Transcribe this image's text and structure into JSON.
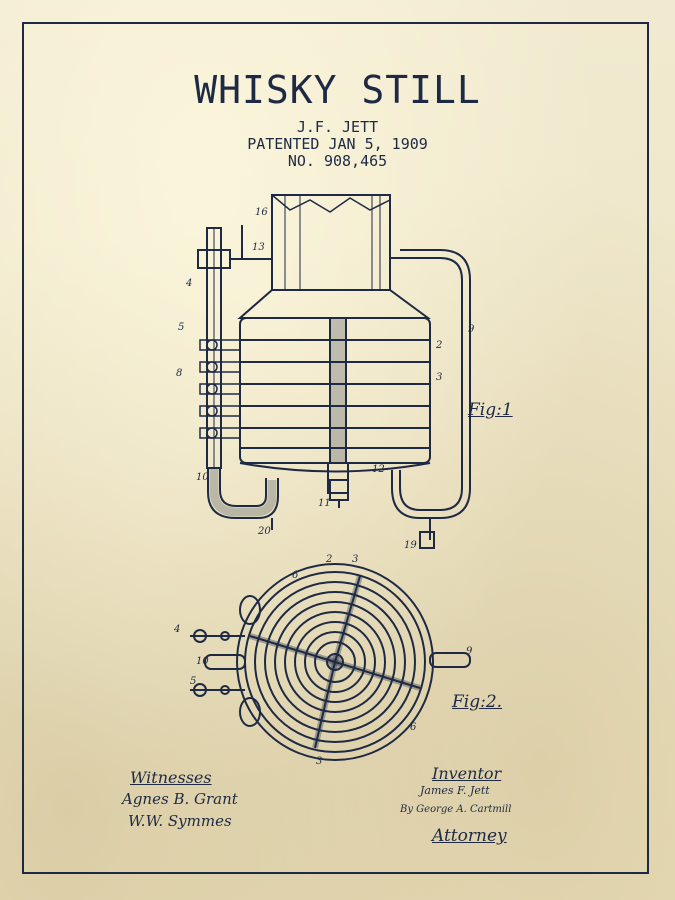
{
  "header": {
    "title": "WHISKY STILL",
    "inventor_line": "J.F. JETT",
    "patented_line": "PATENTED JAN 5, 1909",
    "number_line": "NO. 908,465"
  },
  "figures": {
    "fig1_label": "Fig:1",
    "fig2_label": "Fig:2."
  },
  "signatures": {
    "witnesses_heading": "Witnesses",
    "witness_1": "Agnes B. Grant",
    "witness_2": "W.W. Symmes",
    "inventor_heading": "Inventor",
    "inventor_name": "James F. Jett",
    "by_line": "By George A. Cartmill",
    "attorney_heading": "Attorney"
  },
  "colors": {
    "paper": "#efe7c8",
    "ink": "#1e2a44"
  }
}
